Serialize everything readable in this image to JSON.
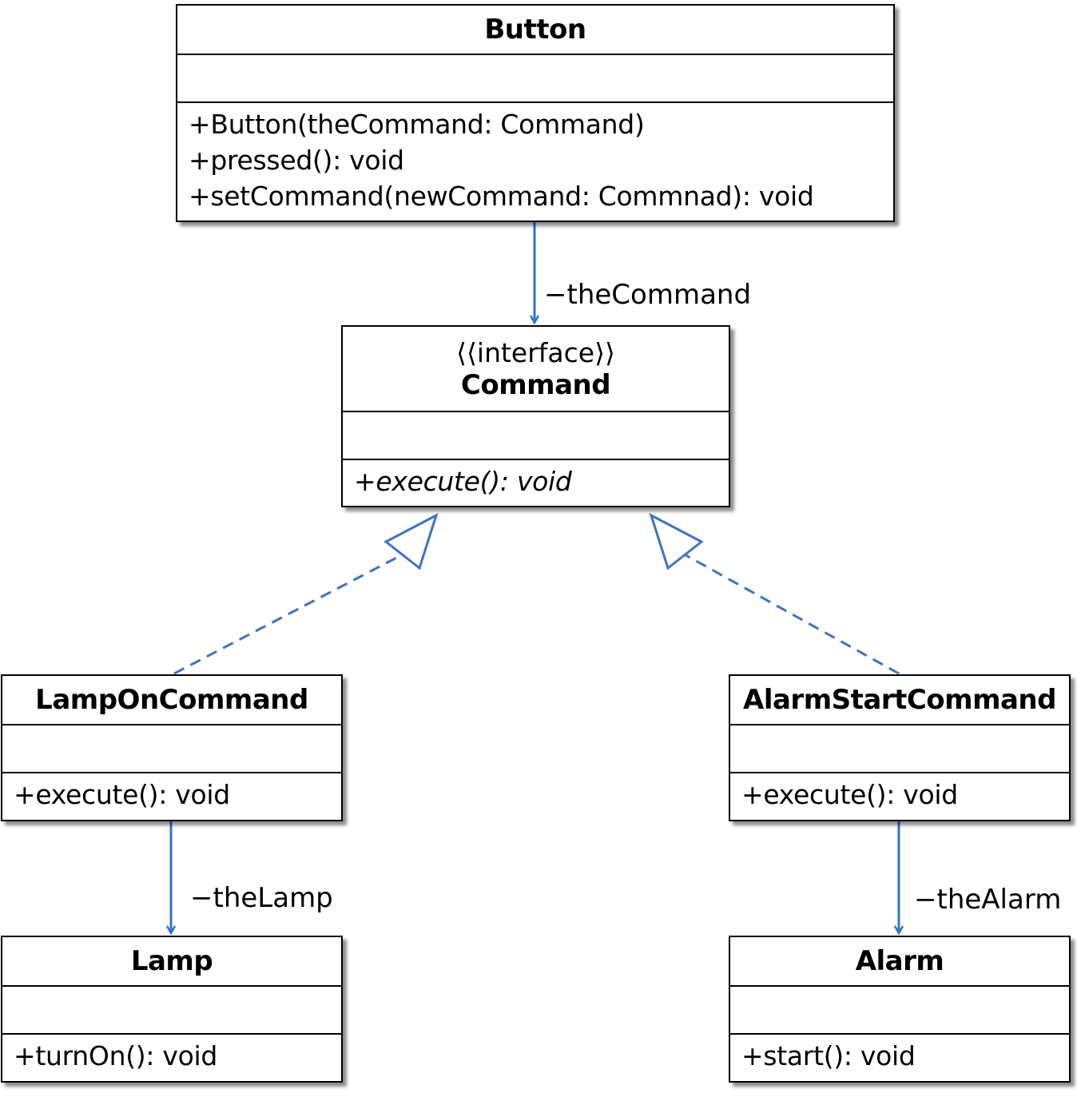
{
  "classes": {
    "button": {
      "name": "Button",
      "operations": [
        "+Button(theCommand: Command)",
        "+pressed(): void",
        "+setCommand(newCommand: Commnad): void"
      ]
    },
    "command": {
      "stereotype": "⟨⟨interface⟩⟩",
      "name": "Command",
      "operations": [
        "+execute(): void"
      ]
    },
    "lamp_on_command": {
      "name": "LampOnCommand",
      "operations": [
        "+execute(): void"
      ]
    },
    "alarm_start_command": {
      "name": "AlarmStartCommand",
      "operations": [
        "+execute(): void"
      ]
    },
    "lamp": {
      "name": "Lamp",
      "operations": [
        "+turnOn(): void"
      ]
    },
    "alarm": {
      "name": "Alarm",
      "operations": [
        "+start(): void"
      ]
    }
  },
  "associations": {
    "the_command": "−theCommand",
    "the_lamp": "−theLamp",
    "the_alarm": "−theAlarm"
  },
  "colors": {
    "connector": "#2e74c8",
    "border": "#000000"
  }
}
